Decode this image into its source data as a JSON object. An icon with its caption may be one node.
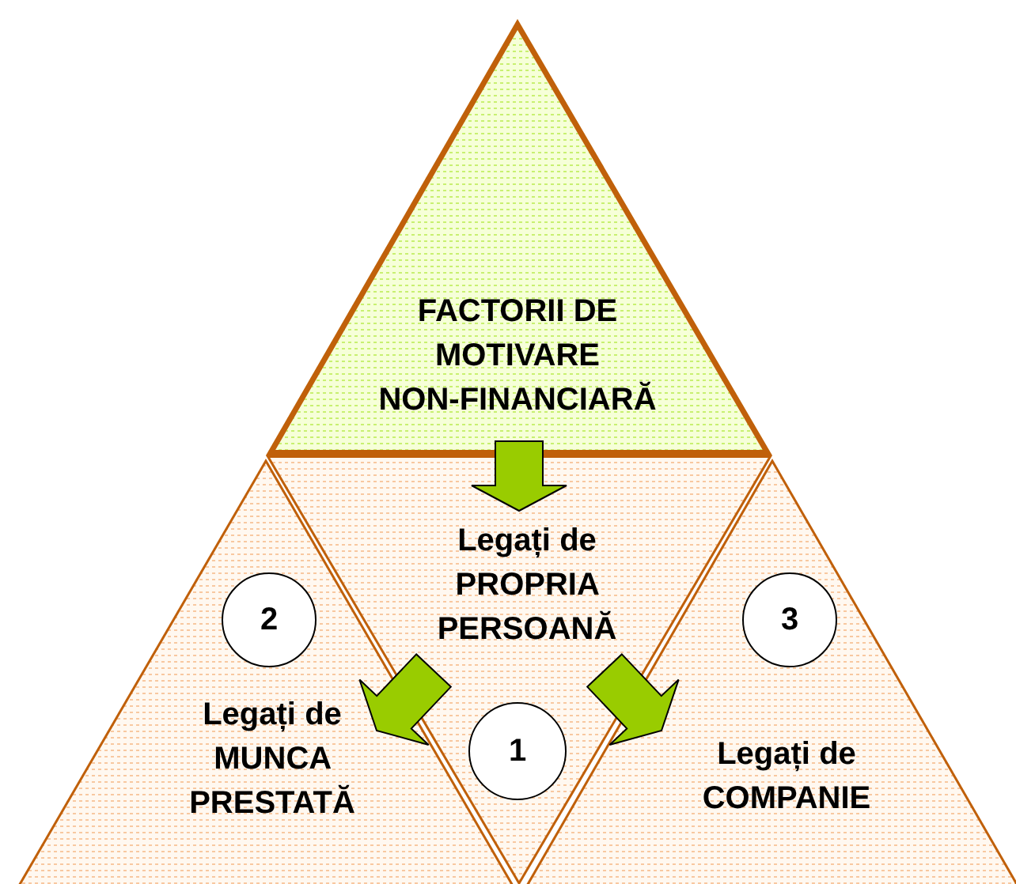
{
  "diagram": {
    "nodes": [
      {
        "text": [
          "FACTORII DE MOTIVARE NON-FINANCIARĂ"
        ]
      },
      {
        "text": [
          "Legați de PROPRIA PERSOANĂ"
        ]
      },
      {
        "text": [
          "1"
        ],
        "in": 1
      },
      {
        "text": [
          "Legați de MUNCA PRESTATĂ"
        ]
      },
      {
        "text": [
          "2"
        ],
        "in": 3
      },
      {
        "text": [
          "Legați de COMPANIE"
        ]
      },
      {
        "text": [
          "3"
        ],
        "in": 5
      }
    ],
    "edges": [
      {
        "from": 0,
        "to": 1,
        "arrow": "to"
      },
      {
        "from": 1,
        "to": 3,
        "arrow": "to"
      },
      {
        "from": 1,
        "to": 5,
        "arrow": "to"
      }
    ]
  }
}
